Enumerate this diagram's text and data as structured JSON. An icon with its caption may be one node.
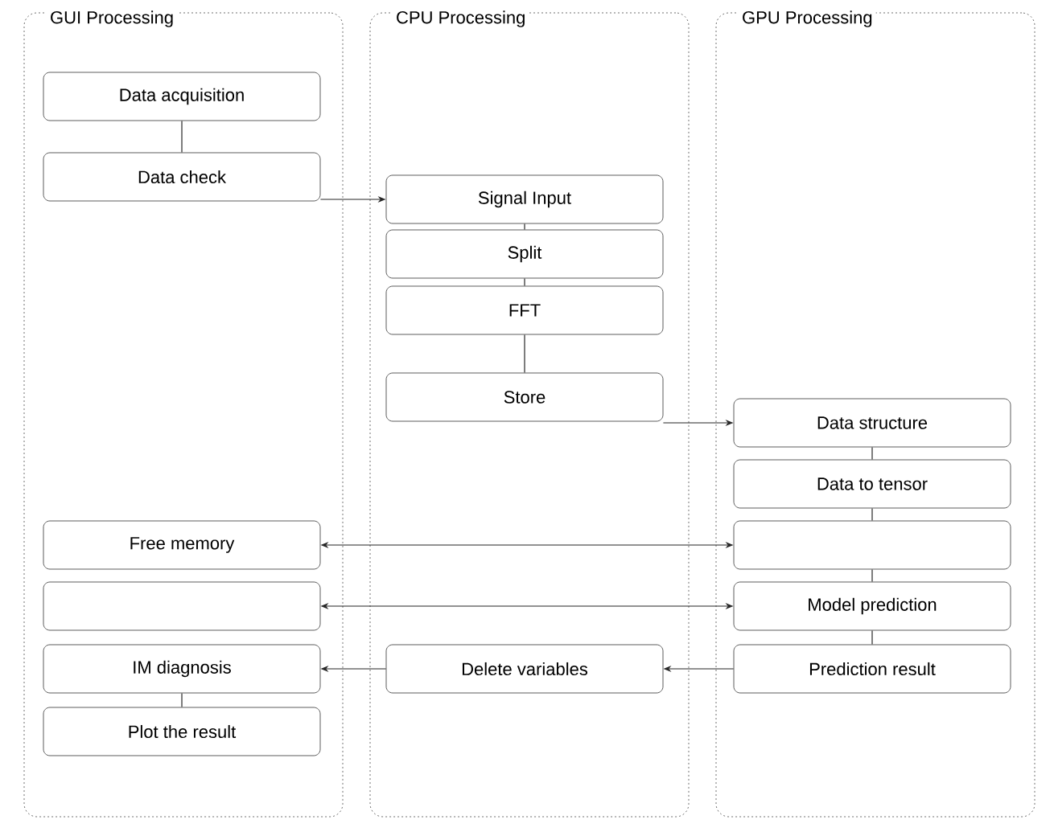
{
  "diagram": {
    "nodes": [
      {
        "text": [
          "GUI Processing"
        ]
      },
      {
        "text": [
          "Data acquisition"
        ],
        "in": 0
      },
      {
        "text": [
          "Data check"
        ],
        "in": 0
      },
      {
        "text": [
          "Free memory"
        ],
        "in": 0
      },
      {
        "text": [],
        "shape": "box",
        "in": 0
      },
      {
        "text": [
          "IM diagnosis"
        ],
        "in": 0
      },
      {
        "text": [
          "Plot the result"
        ],
        "in": 0
      },
      {
        "text": [
          "CPU Processing"
        ]
      },
      {
        "text": [
          "Signal Input"
        ],
        "in": 7
      },
      {
        "text": [
          "Split"
        ],
        "in": 7
      },
      {
        "text": [
          "FFT"
        ],
        "in": 7
      },
      {
        "text": [
          "Store"
        ],
        "in": 7
      },
      {
        "text": [
          "Delete variables"
        ],
        "in": 7
      },
      {
        "text": [
          "GPU Processing"
        ]
      },
      {
        "text": [
          "Data structure"
        ],
        "in": 13
      },
      {
        "text": [
          "Data to tensor"
        ],
        "in": 13
      },
      {
        "text": [],
        "shape": "box",
        "in": 13
      },
      {
        "text": [
          "Model prediction"
        ],
        "in": 13
      },
      {
        "text": [
          "Prediction result"
        ],
        "in": 13
      }
    ],
    "edges": [
      {
        "from": 1,
        "to": 2,
        "arrow": "none"
      },
      {
        "from": 2,
        "to": 8,
        "arrow": "to"
      },
      {
        "from": 8,
        "to": 9,
        "arrow": "none"
      },
      {
        "from": 9,
        "to": 10,
        "arrow": "none"
      },
      {
        "from": 10,
        "to": 11,
        "arrow": "none"
      },
      {
        "from": 11,
        "to": 14,
        "arrow": "to"
      },
      {
        "from": 14,
        "to": 15,
        "arrow": "none"
      },
      {
        "from": 15,
        "to": 16,
        "arrow": "none"
      },
      {
        "from": 3,
        "to": 16,
        "arrow": "both"
      },
      {
        "from": 16,
        "to": 17,
        "arrow": "none"
      },
      {
        "from": 4,
        "to": 17,
        "arrow": "both"
      },
      {
        "from": 17,
        "to": 18,
        "arrow": "none"
      },
      {
        "from": 18,
        "to": 12,
        "arrow": "to"
      },
      {
        "from": 12,
        "to": 5,
        "arrow": "to"
      },
      {
        "from": 5,
        "to": 6,
        "arrow": "none"
      }
    ]
  }
}
